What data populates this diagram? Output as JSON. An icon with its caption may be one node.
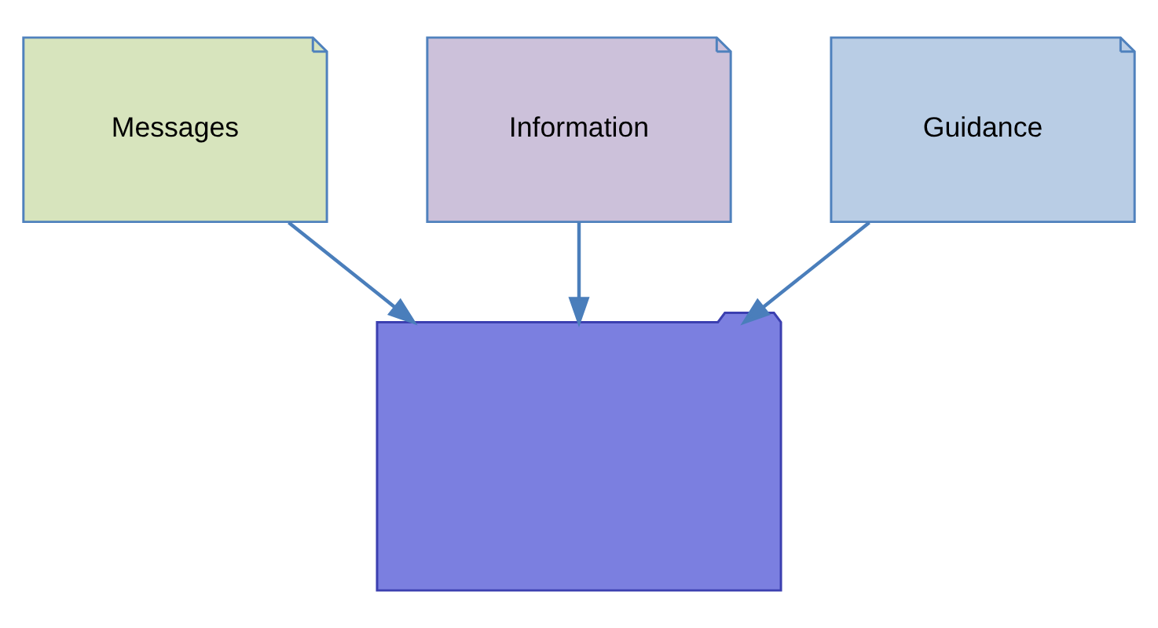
{
  "diagram": {
    "nodes": [
      {
        "text": [
          "Messages"
        ]
      },
      {
        "text": [
          "Information"
        ]
      },
      {
        "text": [
          "Guidance"
        ]
      },
      {
        "text": [],
        "shape": "folder"
      }
    ],
    "edges": [
      {
        "from": 0,
        "to": 3,
        "arrow": "to"
      },
      {
        "from": 1,
        "to": 3,
        "arrow": "to"
      },
      {
        "from": 2,
        "to": 3,
        "arrow": "to"
      }
    ]
  }
}
